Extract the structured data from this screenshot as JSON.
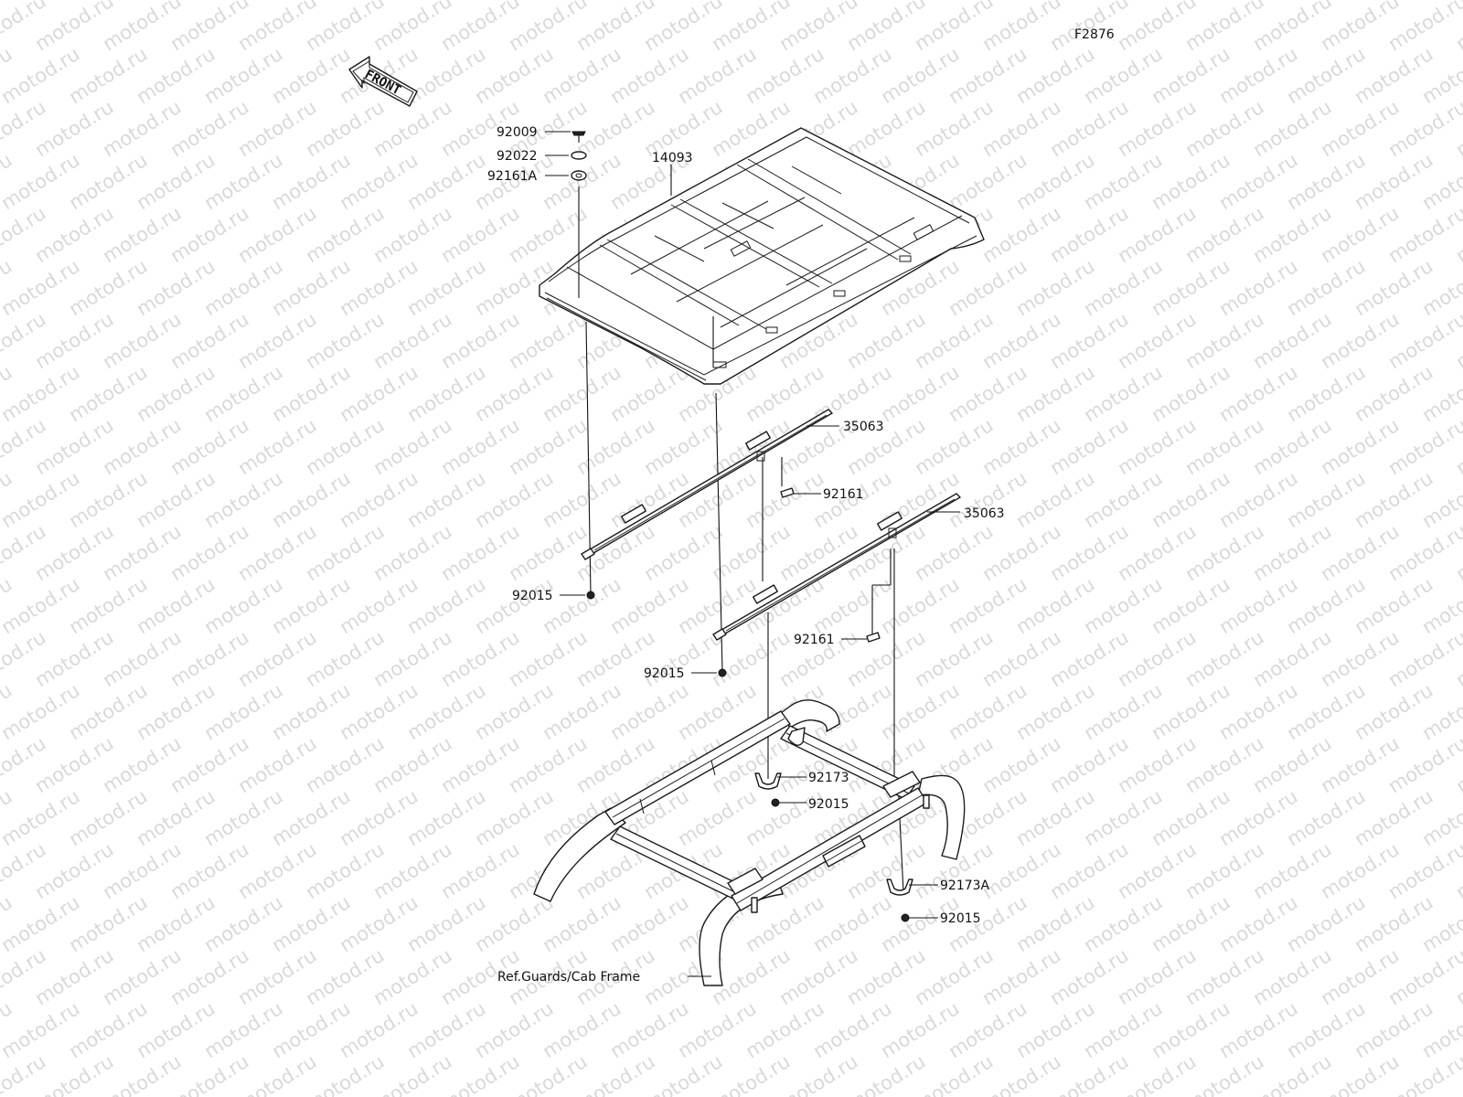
{
  "figure_id": "F2876",
  "front_label": "FRONT",
  "watermark_text": "motod.ru",
  "callouts": {
    "p92009": "92009",
    "p92022": "92022",
    "p92161A": "92161A",
    "p14093": "14093",
    "p35063_top": "35063",
    "p92161_top": "92161",
    "p35063_bottom": "35063",
    "p92015_left": "92015",
    "p92161_bottom": "92161",
    "p92015_mid": "92015",
    "p92173": "92173",
    "p92015_frame": "92015",
    "p92173A": "92173A",
    "p92015_right": "92015",
    "ref_frame": "Ref.Guards/Cab Frame"
  },
  "colors": {
    "line": "#1a1a1a",
    "watermark": "#d9d9d9",
    "background": "#ffffff"
  }
}
